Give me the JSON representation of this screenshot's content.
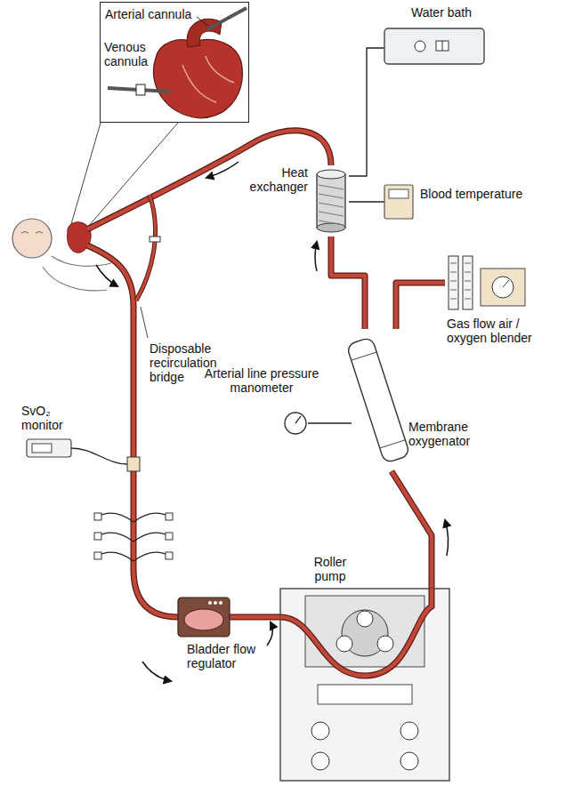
{
  "diagram": {
    "nodes": [
      {
        "text": [
          "Arterial cannula",
          "Venous cannula"
        ]
      },
      {
        "text": [
          "Water bath"
        ]
      },
      {
        "text": [
          "Heat exchanger"
        ]
      },
      {
        "text": [
          "Blood temperature"
        ]
      },
      {
        "text": [
          "Gas flow air / oxygen blender"
        ]
      },
      {
        "text": [
          "Membrane oxygenator"
        ]
      },
      {
        "text": [
          "Arterial line pressure manometer"
        ]
      },
      {
        "text": [
          "SvO₂ monitor"
        ]
      },
      {
        "text": [
          "Bladder flow regulator"
        ]
      },
      {
        "text": [
          "Roller pump"
        ]
      }
    ],
    "edges": [
      {
        "from": 8,
        "to": 9,
        "arrow": "none"
      },
      {
        "from": 9,
        "to": 5,
        "arrow": "none"
      },
      {
        "from": 5,
        "to": 2,
        "arrow": "none"
      },
      {
        "from": 1,
        "to": 2,
        "arrow": "none"
      },
      {
        "from": 3,
        "to": 2,
        "arrow": "none"
      },
      {
        "from": 4,
        "to": 5,
        "arrow": "none"
      },
      {
        "from": 6,
        "to": 5,
        "arrow": "none"
      }
    ],
    "labels": [
      "Disposable recirculation bridge"
    ]
  }
}
